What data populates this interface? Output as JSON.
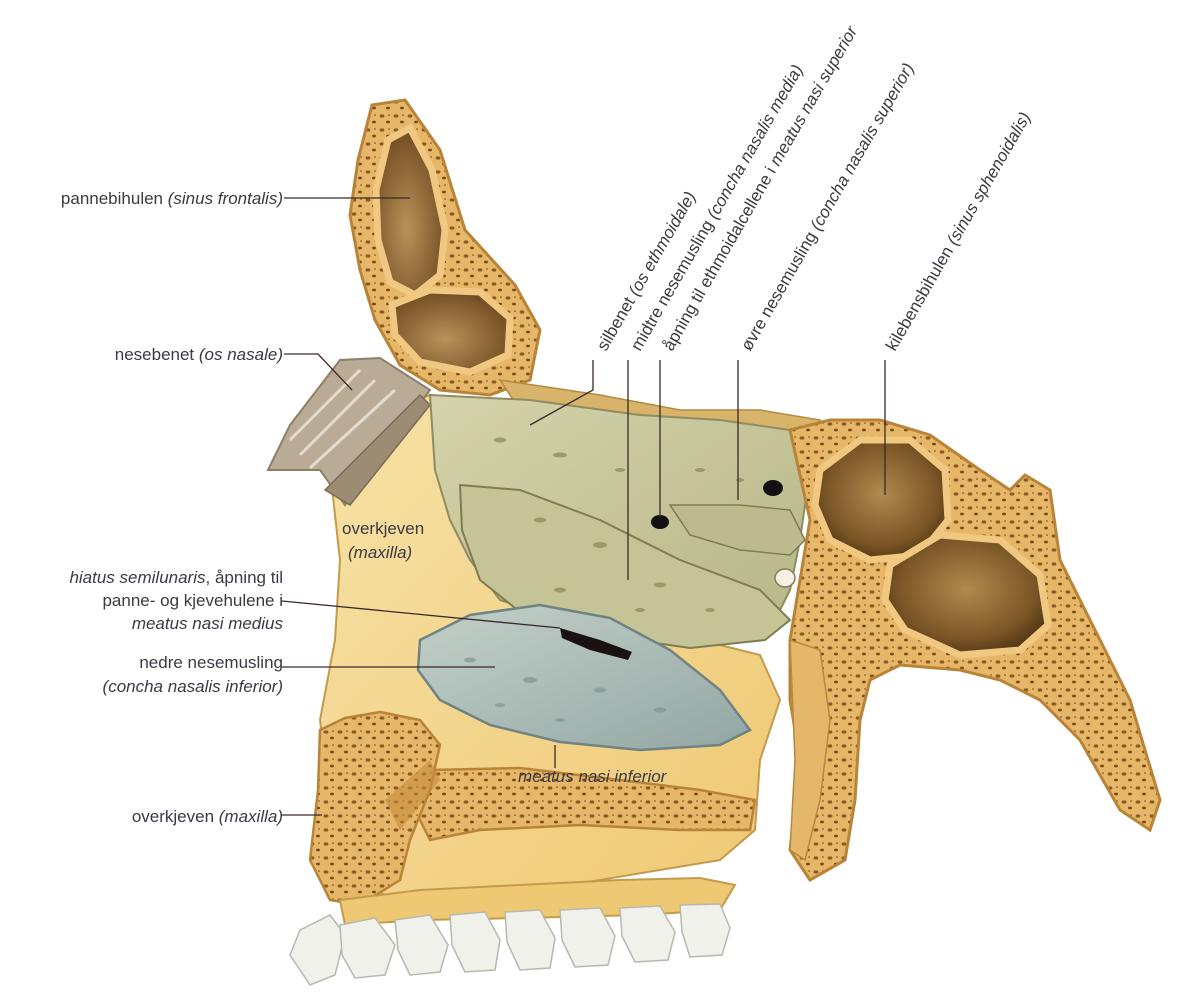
{
  "labels": {
    "sinus_frontalis": {
      "main": "pannebihulen ",
      "latin": "(sinus frontalis)"
    },
    "os_nasale": {
      "main": "nesebenet ",
      "latin": "(os nasale)"
    },
    "maxilla_inner": {
      "line1": "overkjeven",
      "line2": "(maxilla)"
    },
    "hiatus": {
      "latin": "hiatus semilunaris",
      "line1_rest": ", åpning til",
      "line2": "panne- og kjevehulene i",
      "line3": "meatus nasi medius"
    },
    "concha_inferior": {
      "line1": "nedre nesemusling",
      "line2": "(concha nasalis inferior)"
    },
    "maxilla_outer": {
      "main": "overkjeven ",
      "latin": "(maxilla)"
    },
    "meatus_inferior": {
      "text": "meatus nasi inferior"
    },
    "os_ethmoidale": {
      "main": "silbenet ",
      "latin": "(os ethmoidale)"
    },
    "concha_media": {
      "main": "midtre nesemusling ",
      "latin": "(concha nasalis media)"
    },
    "ethmoid_opening": {
      "main": "åpning til ethmoidalcellene i ",
      "latin": "meatus nasi superior"
    },
    "concha_superior": {
      "main": "øvre nesemusling ",
      "latin": "(concha nasalis superior)"
    },
    "sinus_sphenoidalis": {
      "main": "kilebensbihulen ",
      "latin": "(sinus sphenoidalis)"
    }
  },
  "colors": {
    "bone": "#e9bd72",
    "bone_dark": "#c48a3c",
    "ethmoid": "#c9c79a",
    "concha_inferior": "#a9b9b4",
    "cavity": "#6a4a1e",
    "maxilla_light": "#f5d88c",
    "teeth": "#f1f1ec",
    "nasal_bone": "#b9ab96"
  }
}
